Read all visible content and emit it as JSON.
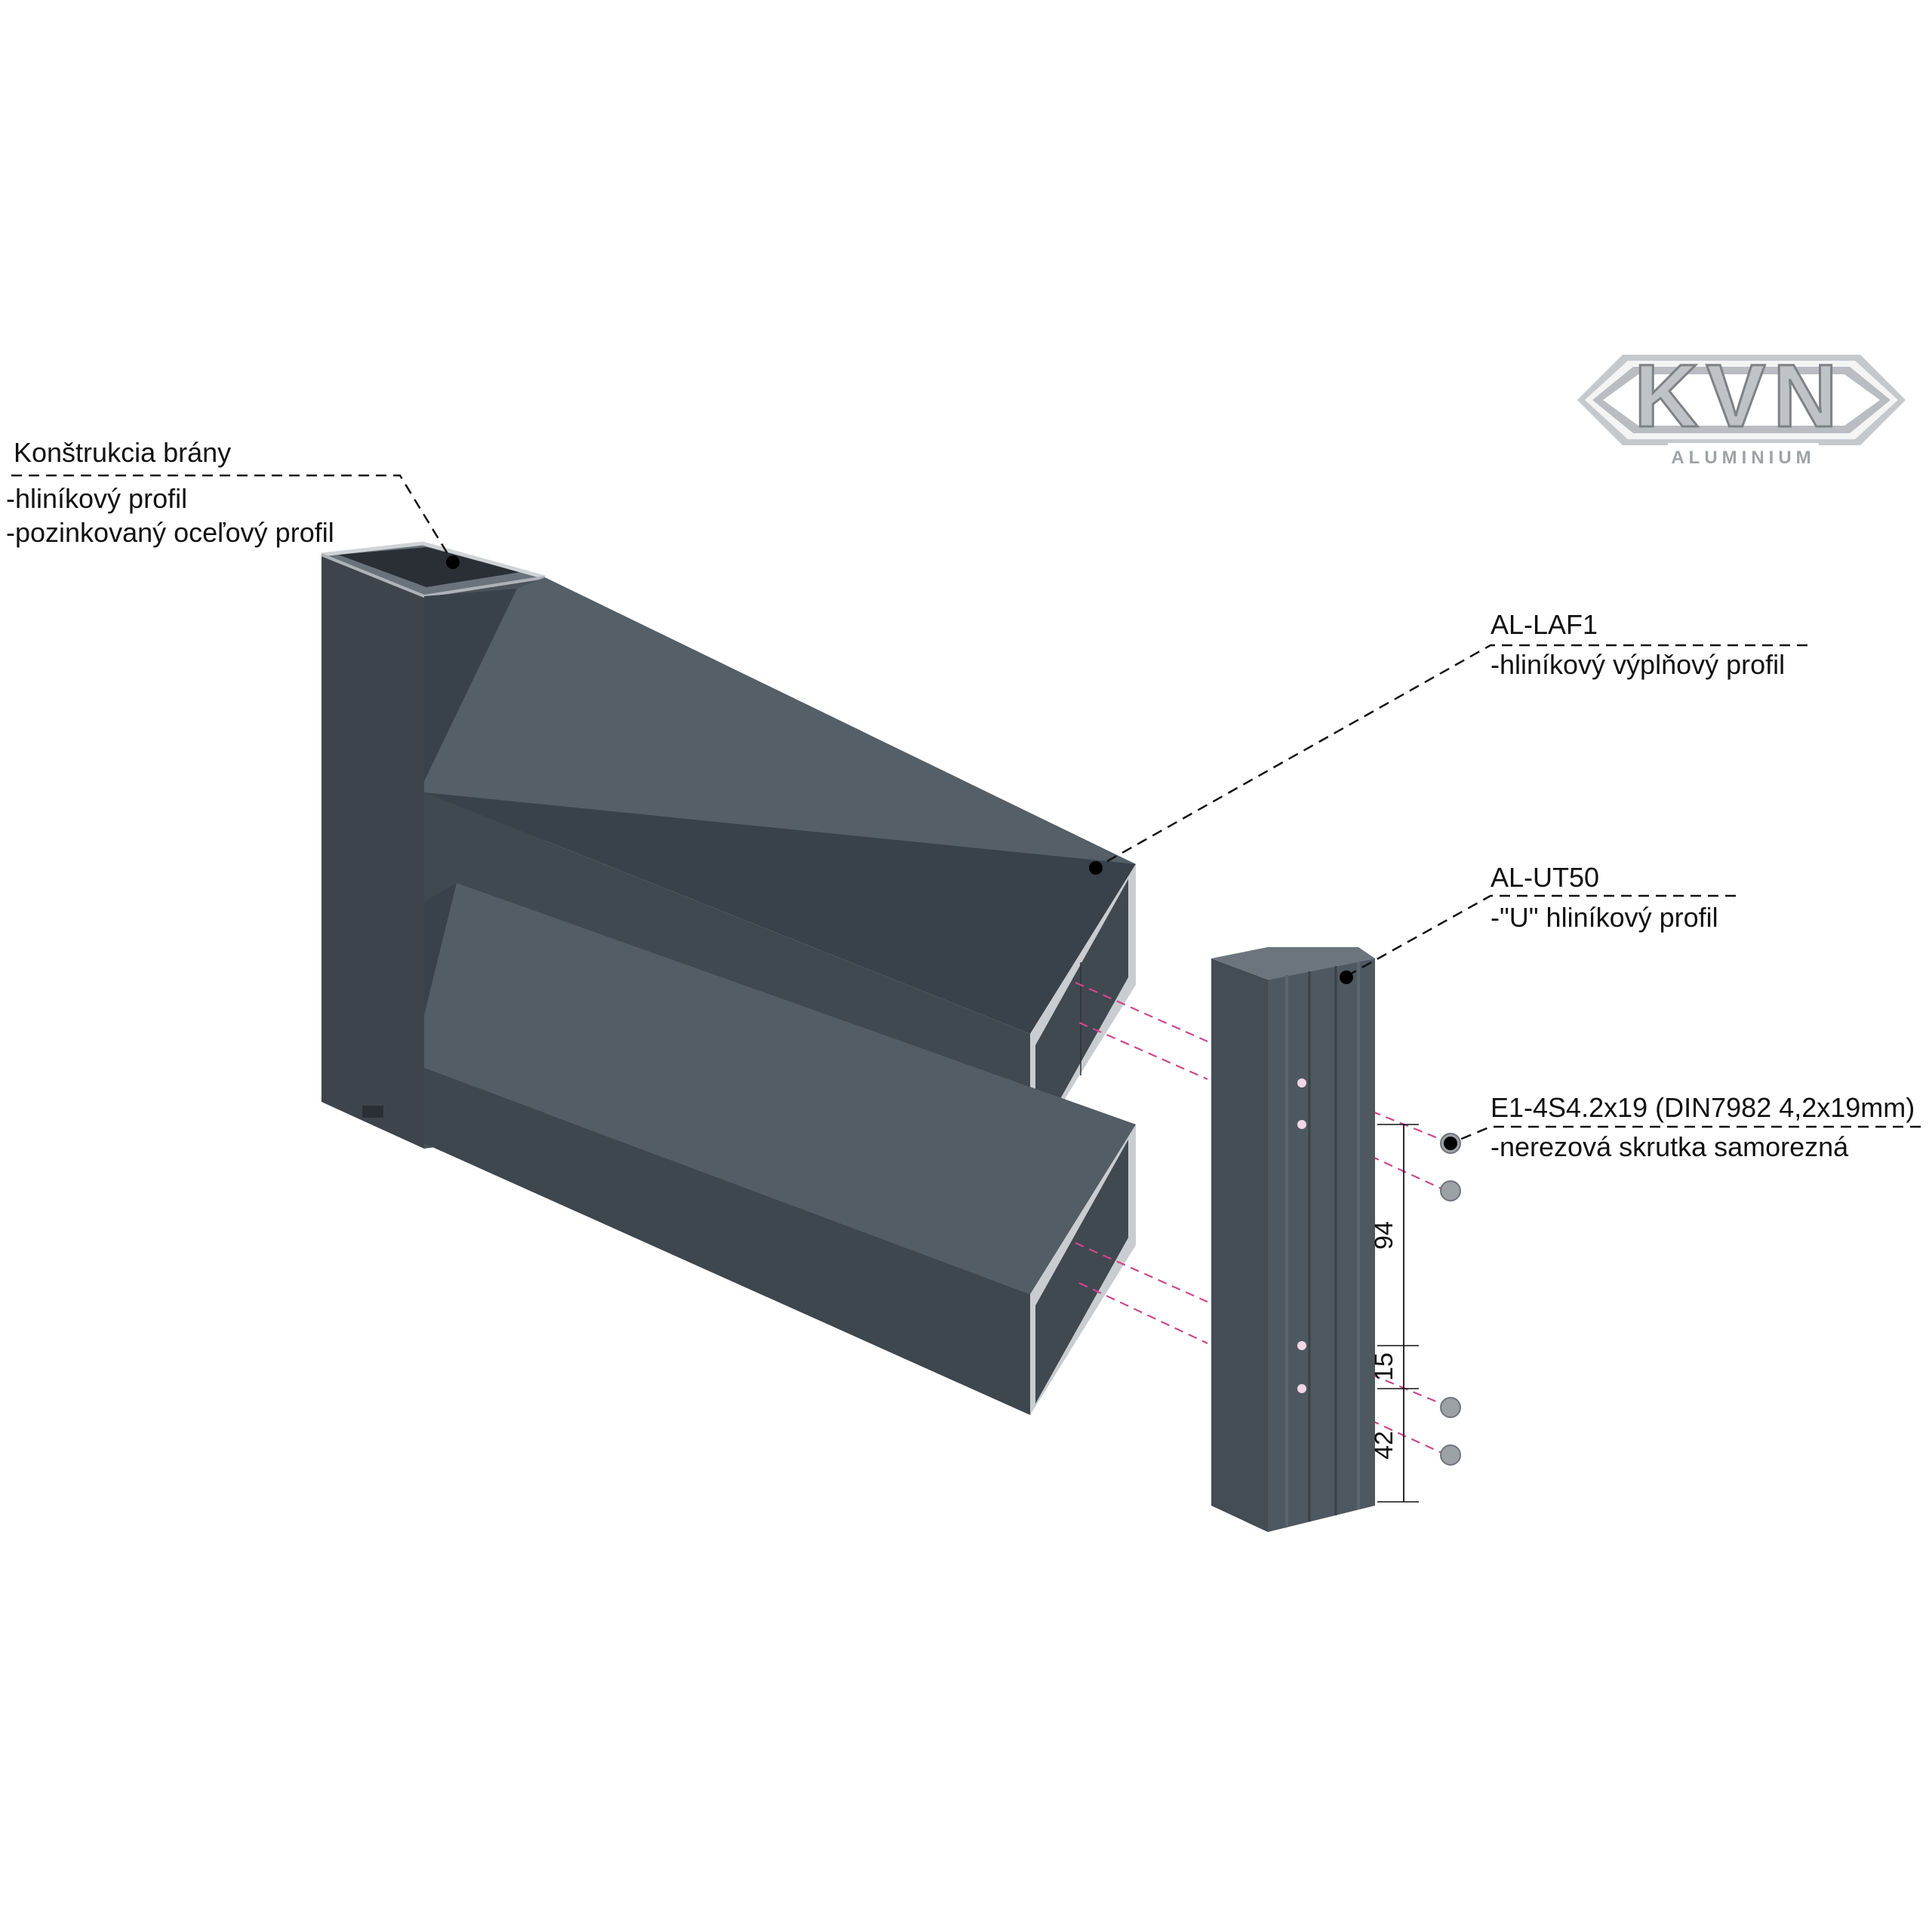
{
  "logo": {
    "text": "KVN",
    "subtext": "ALUMINIUM"
  },
  "labels": {
    "gate": {
      "title": "Konštrukcia brány",
      "line1": "-hliníkový profil",
      "line2": "-pozinkovaný oceľový profil"
    },
    "laf1": {
      "title": "AL-LAF1",
      "line1": "-hliníkový výplňový profil"
    },
    "ut50": {
      "title": "AL-UT50",
      "line1": "-\"U\" hliníkový profil"
    },
    "screw": {
      "title": "E1-4S4.2x19 (DIN7982 4,2x19mm)",
      "line1": "-nerezová skrutka samorezná"
    }
  },
  "dimensions": {
    "d1": "94",
    "d2": "15",
    "d3": "42"
  },
  "colors": {
    "profile_front": "#3f474f",
    "profile_top": "#525c65",
    "profile_dark": "#353b42",
    "aluminium": "#c9cdd1",
    "pink_guides": "#d0468c"
  }
}
